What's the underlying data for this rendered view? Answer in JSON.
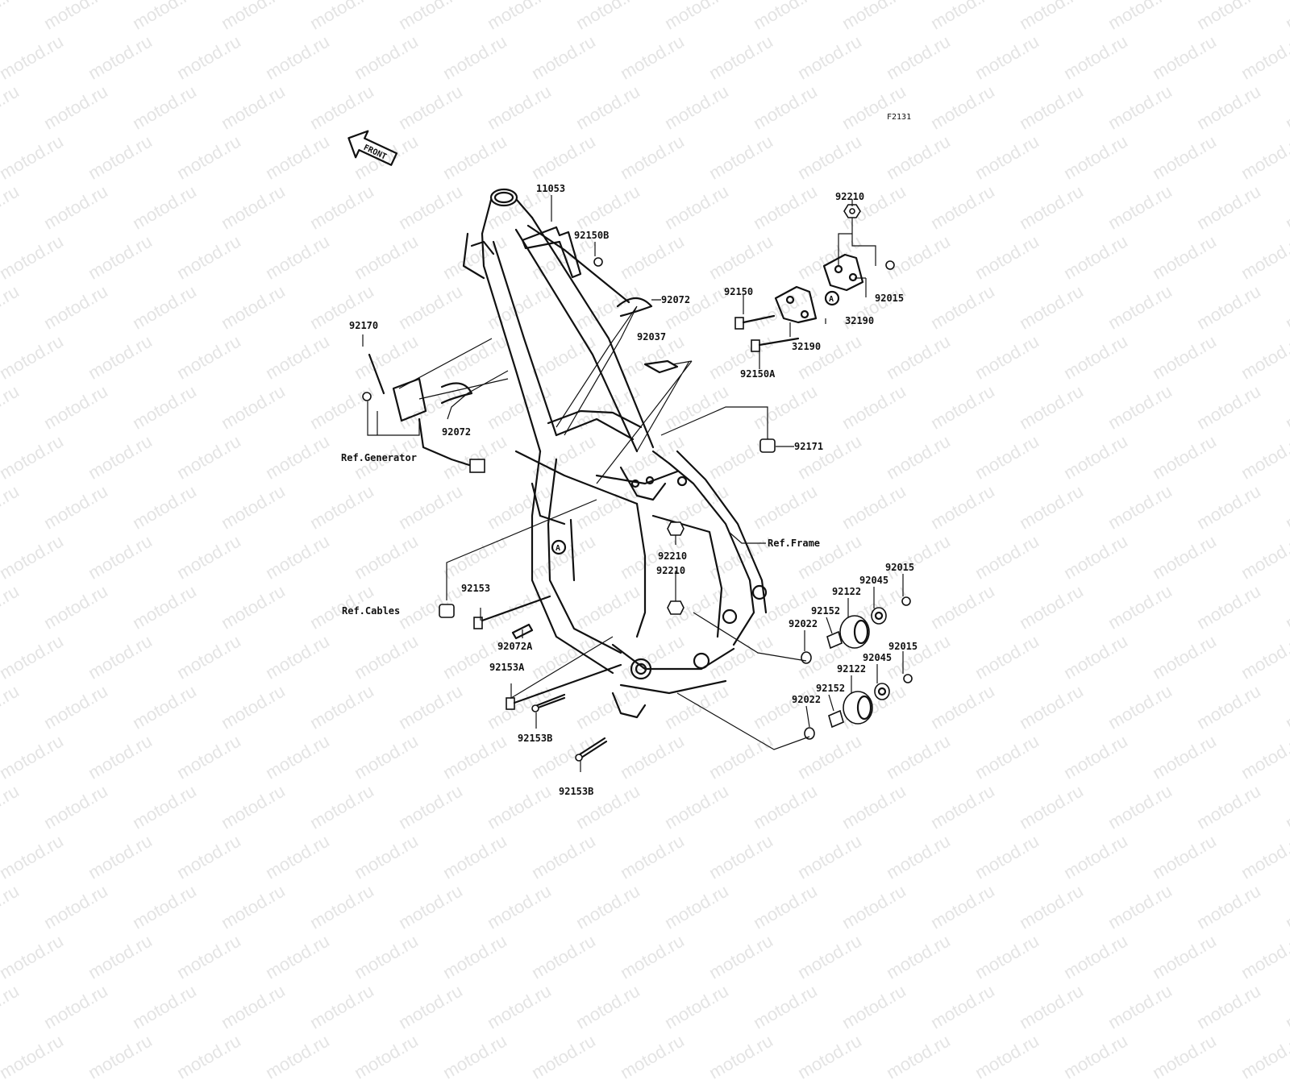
{
  "watermark": "motod.ru",
  "figure_code": "F2131",
  "front_label": "FRONT",
  "callout_marker": "A",
  "labels": {
    "p11053": "11053",
    "p92150b": "92150B",
    "p92210_top": "92210",
    "p92072_top": "92072",
    "p92150": "92150",
    "p92015_top": "92015",
    "p32190_a": "32190",
    "p32190_b": "32190",
    "p92037": "92037",
    "p92150a": "92150A",
    "p92170": "92170",
    "p92072_left": "92072",
    "ref_generator": "Ref.Generator",
    "p92171": "92171",
    "ref_frame": "Ref.Frame",
    "p92210_mid1": "92210",
    "p92210_mid2": "92210",
    "p92153": "92153",
    "ref_cables": "Ref.Cables",
    "p92072a": "92072A",
    "p92153a": "92153A",
    "p92153b_1": "92153B",
    "p92153b_2": "92153B",
    "p92015_r1": "92015",
    "p92045_1": "92045",
    "p92122_1": "92122",
    "p92152_1": "92152",
    "p92022_1": "92022",
    "p92015_r2": "92015",
    "p92045_2": "92045",
    "p92122_2": "92122",
    "p92152_2": "92152",
    "p92022_2": "92022"
  }
}
